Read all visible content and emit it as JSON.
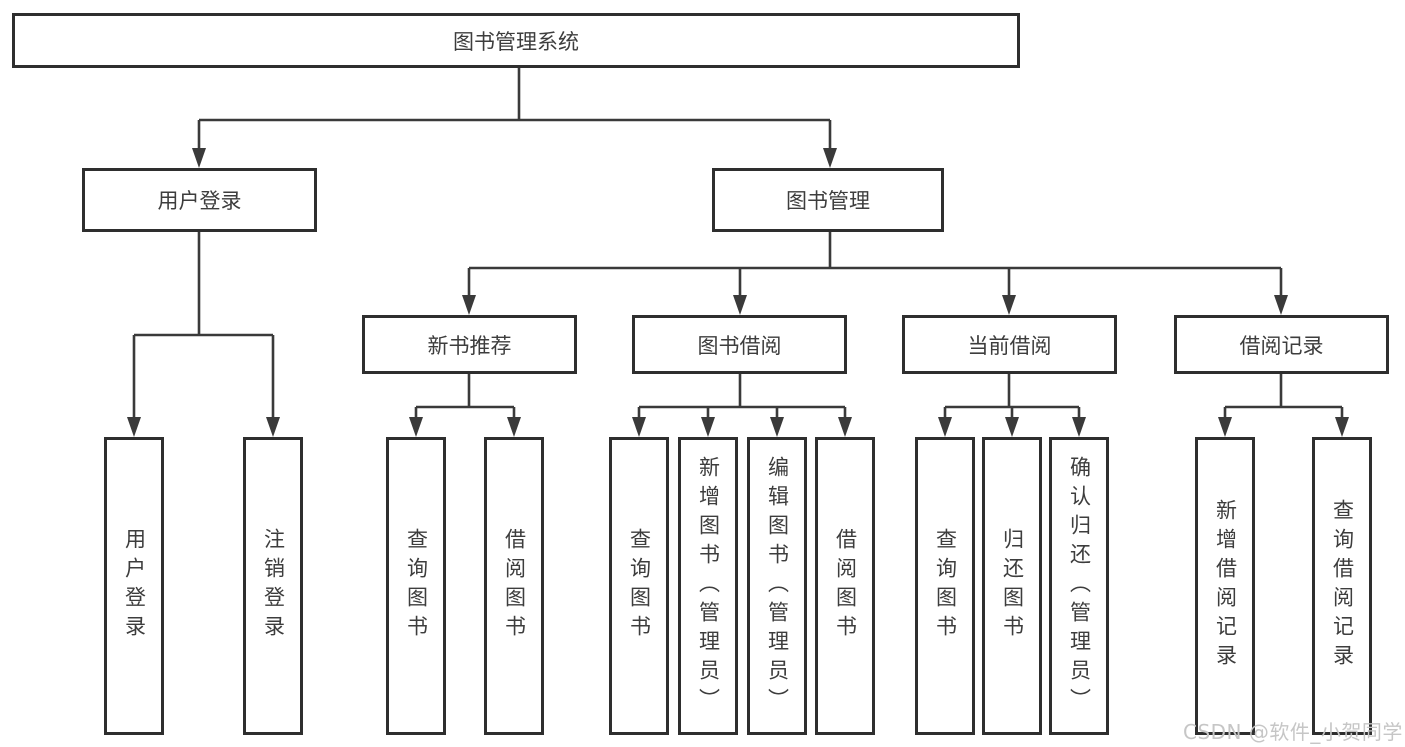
{
  "diagram": {
    "root": {
      "label": "图书管理系统"
    },
    "level2": [
      {
        "label": "用户登录"
      },
      {
        "label": "图书管理"
      }
    ],
    "level3": [
      {
        "label": "新书推荐"
      },
      {
        "label": "图书借阅"
      },
      {
        "label": "当前借阅"
      },
      {
        "label": "借阅记录"
      }
    ],
    "leaves": {
      "userLogin": [
        "用户登录",
        "注销登录"
      ],
      "newBookRec": [
        "查询图书",
        "借阅图书"
      ],
      "bookBorrow": [
        "查询图书",
        "新增图书（管理员）",
        "编辑图书（管理员）",
        "借阅图书"
      ],
      "currentBorrow": [
        "查询图书",
        "归还图书",
        "确认归还（管理员）"
      ],
      "borrowRecords": [
        "新增借阅记录",
        "查询借阅记录"
      ]
    },
    "colors": {
      "line": "#3a3a3a",
      "border": "#2e2e2e",
      "text": "#3d3d3d"
    }
  },
  "watermark": {
    "text": "CSDN @软件_小贺同学",
    "color": "#c6c6c6"
  }
}
